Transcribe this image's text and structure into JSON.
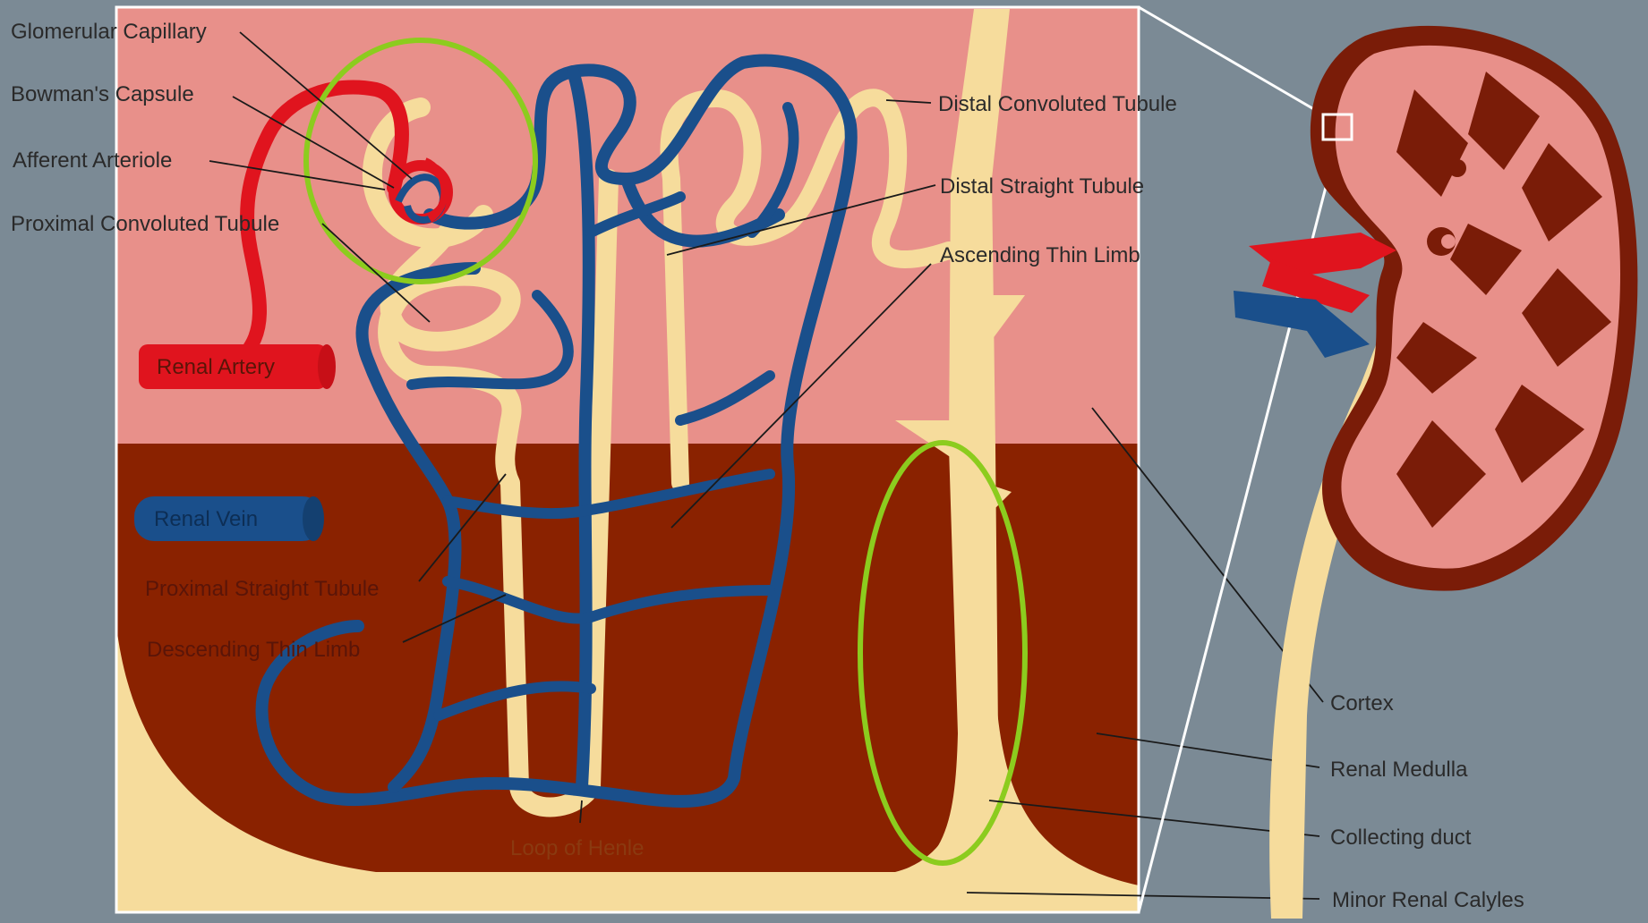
{
  "labels": {
    "glomerular_capillary": "Glomerular Capillary",
    "bowmans_capsule": "Bowman's Capsule",
    "afferent_arteriole": "Afferent Arteriole",
    "proximal_convoluted_tubule": "Proximal Convoluted Tubule",
    "renal_artery": "Renal Artery",
    "renal_vein": "Renal Vein",
    "proximal_straight_tubule": "Proximal Straight Tubule",
    "descending_thin_limb": "Descending Thin Limb",
    "loop_of_henle": "Loop of Henle",
    "distal_convoluted_tubule": "Distal Convoluted Tubule",
    "distal_straight_tubule": "Distal Straight Tubule",
    "ascending_thin_limb": "Ascending Thin Limb",
    "cortex": "Cortex",
    "renal_medulla": "Renal Medulla",
    "collecting_duct": "Collecting duct",
    "minor_renal_calyces": "Minor Renal Calyles"
  },
  "colors": {
    "background": "#7b8a95",
    "cortex": "#e8908a",
    "medulla": "#8a2200",
    "tubule": "#f6dc9c",
    "vein": "#1a4f8b",
    "artery": "#e0141e",
    "highlight": "#8ccc1e",
    "kidney_outer": "#7a1c08"
  }
}
